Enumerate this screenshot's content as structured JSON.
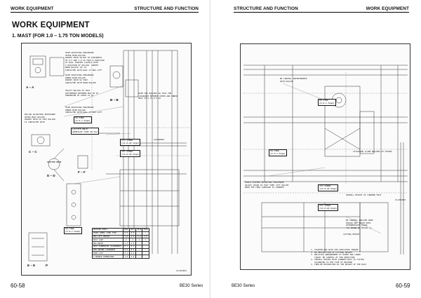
{
  "left_page": {
    "header_left": "WORK EQUIPMENT",
    "header_right": "STRUCTURE AND FUNCTION",
    "section_title": "WORK EQUIPMENT",
    "subsection_title": "1.   MAST (FOR 1.0 – 1.75 TON MODELS)",
    "view_labels": [
      "A – A",
      "B – B",
      "C – C",
      "D – D",
      "F – F",
      "E – E",
      "P"
    ],
    "notes": [
      "SHIM ADJUSTING PROCEDURE\nOUTER MAIN ROLLER\nINSERT SHIM IN WAY OF THICKNESS\nOF 0.5 AND 1.0 SO THAT A POSITION\nOF RAIL TOUCHES LIGHTLY WITH\nA POSITION OF ROLLER. INSERT\nWHEN ROLLER (B) IS\nCONTACTED WITH RAIL AT MAX LIFT",
      "SHIM ADJUSTING PROCEDURE\nINNER MAIN ROLLER\nINSERT SHIM SO THAT\nCONTACTED WITH MAIN ROLLER",
      "SELECT ROLLER SO THAT\nDIFFERENCE BETWEEN MAX LM OF\nDIMENSION OF STRUT IS 0L",
      "SHIM ADJUSTING PROCEDURE\nINNER MAIN ROLLER\nCONTACTED WITH RAIL AT MAX LIFT",
      "ROLLER ADJUSTING PROCEDURE\nOUTER MAST ROLLER\nINSERT SHIM SO THAT ROLLER\nIS CONTACTED WITH",
      "SHIM THE ROLLERS SO THAT THE\nCLEARANCE BETWEEN OUTER AND INNER\nMAST IS 0 TO 0.5 mm"
    ],
    "boxes": [
      "59~74Nm\n{6.0~7.5kgm}",
      "LOCTITE M#/R\nADHESIVE TIDE ON M/A",
      "157~198Nm\n{16.0~20.2kgm}",
      "157~198Nm\n{16.0~20.2kgm}",
      "59~74Nm\n{6.0~7.5kgm}"
    ],
    "small_labels": [
      "LOCTITE M#/R",
      "CLEARANCE"
    ],
    "table": {
      "header": [
        "MACHINE MODEL",
        "FB10",
        "FB15",
        "FB18",
        "FB20"
      ],
      "rows": [
        [
          "FRONT WHEEL TIRE TYPE",
          "6.5",
          "6.5",
          "–",
          "–"
        ],
        [
          "MAX LIFT HEIGHT",
          "3.0",
          "3.0",
          "3.0",
          "3.0"
        ],
        [
          "MAST SIZE",
          "2",
          "2",
          "2",
          "2"
        ],
        [
          "MAX WIDTH",
          "1.5",
          "1.5",
          "–",
          "–"
        ],
        [
          "MAST DIMENSION (CLEARANCE)",
          "0.1",
          "0.1",
          "–",
          "–"
        ],
        [
          "MIN GROUND CLEARANCE",
          "9.5",
          "9.5",
          "–",
          "–"
        ],
        [
          "FREE LIFT",
          "0.1",
          "0.1",
          "–",
          "–"
        ],
        [
          "A MARKED DIMENSIONS",
          "1.0",
          "1.0",
          "–",
          "–"
        ]
      ]
    },
    "drawing_code": "KLZ04894",
    "footer_page": "60-58",
    "footer_series": "BE30 Series"
  },
  "right_page": {
    "header_left": "STRUCTURE AND FUNCTION",
    "header_right": "WORK EQUIPMENT",
    "notes": [
      "BE CAREFUL INTERFERENCE\nWITH ROLLER",
      "CHAIN STOPPER ADJUSTING PROCEDURE\nADJUST CHAIN SO THAT FREE LIFT ROLLER\nWHEN THE FORK CARRIAGE IS LOWERED",
      "BE CAREFUL TWISTED WIRE\nSHOULD NOT TOUCH WITH\nINTERMEDIATE CHAIN\n(AS SHOWN IN DETAIL G)",
      "1. TIGHTEN NUT WITH THE SPECIFIED TORQUE\n2. NO RESTRICTION OF LIFTING HEIGHT\n3. RELATIVE ARRANGEMENT OF UPPER AND LOWER\n   CHAIN: BE CAREFUL OF THE DIRECTION\n4. OVERALL HEIGHT WITH LOWERED MAST IS FITTED\n   ACCORDING TO THE TYPE OF MACHINE\n5. THEN BE RESTRICTED BY THE HEIGHT OF THE MAST"
    ],
    "boxes": [
      "59~74Nm\n{6.0~7.5kgm}",
      "157~198Nm\n{16.0~20.2kgm}",
      "157~198Nm\n{16.0~20.2kgm}",
      "59~74Nm\n{6.0~7.5kgm}"
    ],
    "small_labels": [
      "LIFTING HEIGHT",
      "OVERALL HEIGHT OF LOWERED MAST",
      "ATTACHING CLAMP ROLLERS TO CHAINS"
    ],
    "drawing_code": "KLZ04898",
    "footer_series": "BE30 Series",
    "footer_page": "60-59"
  },
  "colors": {
    "ink": "#111111",
    "paper": "#ffffff",
    "line": "#333333"
  }
}
